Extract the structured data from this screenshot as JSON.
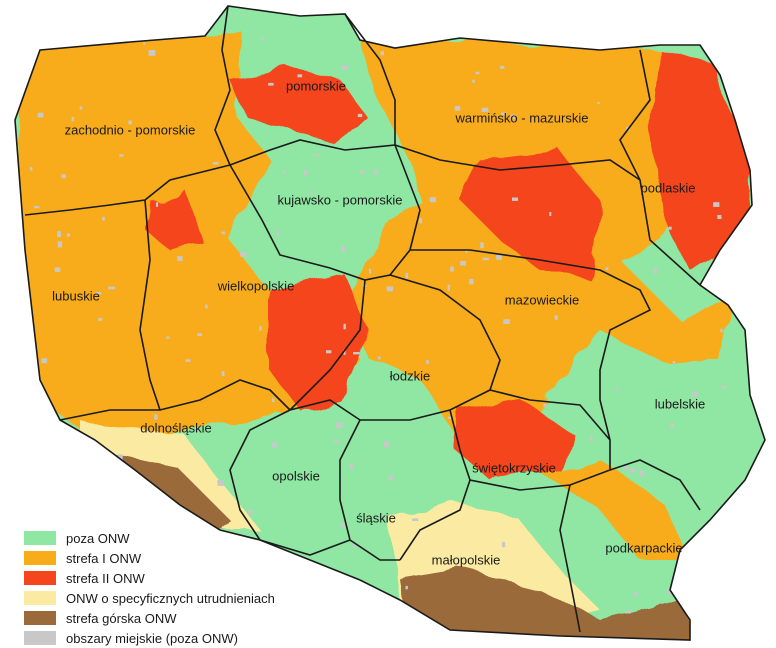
{
  "colors": {
    "poza_onw": "#8fe7a3",
    "strefa_1": "#f8ac1a",
    "strefa_2": "#f4451c",
    "specyficzne": "#fbeaa2",
    "gorska": "#9a6a3a",
    "miejskie": "#c8c8c8",
    "border": "#1a1a1a"
  },
  "voivodeships": {
    "zachodnio_pomorskie": "zachodnio - pomorskie",
    "pomorskie": "pomorskie",
    "warminsko_mazurskie": "warmińsko - mazurskie",
    "podlaskie": "podlaskie",
    "kujawsko_pomorskie": "kujawsko - pomorskie",
    "lubuskie": "lubuskie",
    "wielkopolskie": "wielkopolskie",
    "mazowieckie": "mazowieckie",
    "lodzkie": "łodzkie",
    "lubelskie": "lubelskie",
    "dolnoslaskie": "dolnośląskie",
    "opolskie": "opolskie",
    "swietokrzyskie": "świętokrzyskie",
    "slaskie": "śląskie",
    "malopolskie": "małopolskie",
    "podkarpackie": "podkarpackie"
  },
  "legend": [
    {
      "label": "poza ONW",
      "color": "#8fe7a3"
    },
    {
      "label": "strefa I ONW",
      "color": "#f8ac1a"
    },
    {
      "label": "strefa II ONW",
      "color": "#f4451c"
    },
    {
      "label": "ONW o specyficznych utrudnieniach",
      "color": "#fbeaa2"
    },
    {
      "label": "strefa górska ONW",
      "color": "#9a6a3a"
    },
    {
      "label": "obszary miejskie (poza ONW)",
      "color": "#c8c8c8"
    }
  ]
}
